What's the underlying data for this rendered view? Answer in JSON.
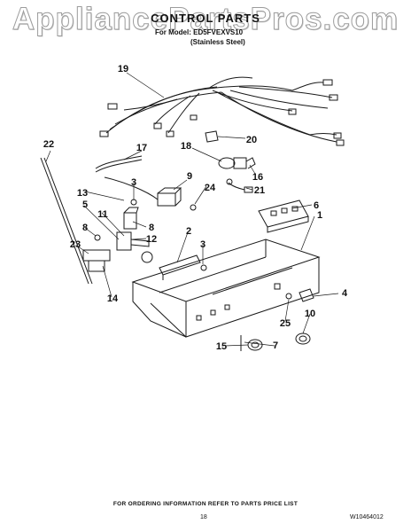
{
  "watermark": "AppliancePartsPros.com",
  "header": {
    "title": "CONTROL PARTS",
    "model_line": "For Model: ED5FVEXVS10",
    "finish_line": "(Stainless Steel)"
  },
  "callouts": [
    "19",
    "18",
    "20",
    "17",
    "16",
    "21",
    "22",
    "3",
    "9",
    "24",
    "6",
    "13",
    "1",
    "5",
    "8",
    "11",
    "12",
    "2",
    "23",
    "8",
    "3",
    "4",
    "14",
    "25",
    "10",
    "15",
    "7"
  ],
  "footer": {
    "note": "FOR ORDERING INFORMATION REFER TO PARTS PRICE LIST",
    "page_number": "18",
    "doc_number": "W10464012"
  }
}
